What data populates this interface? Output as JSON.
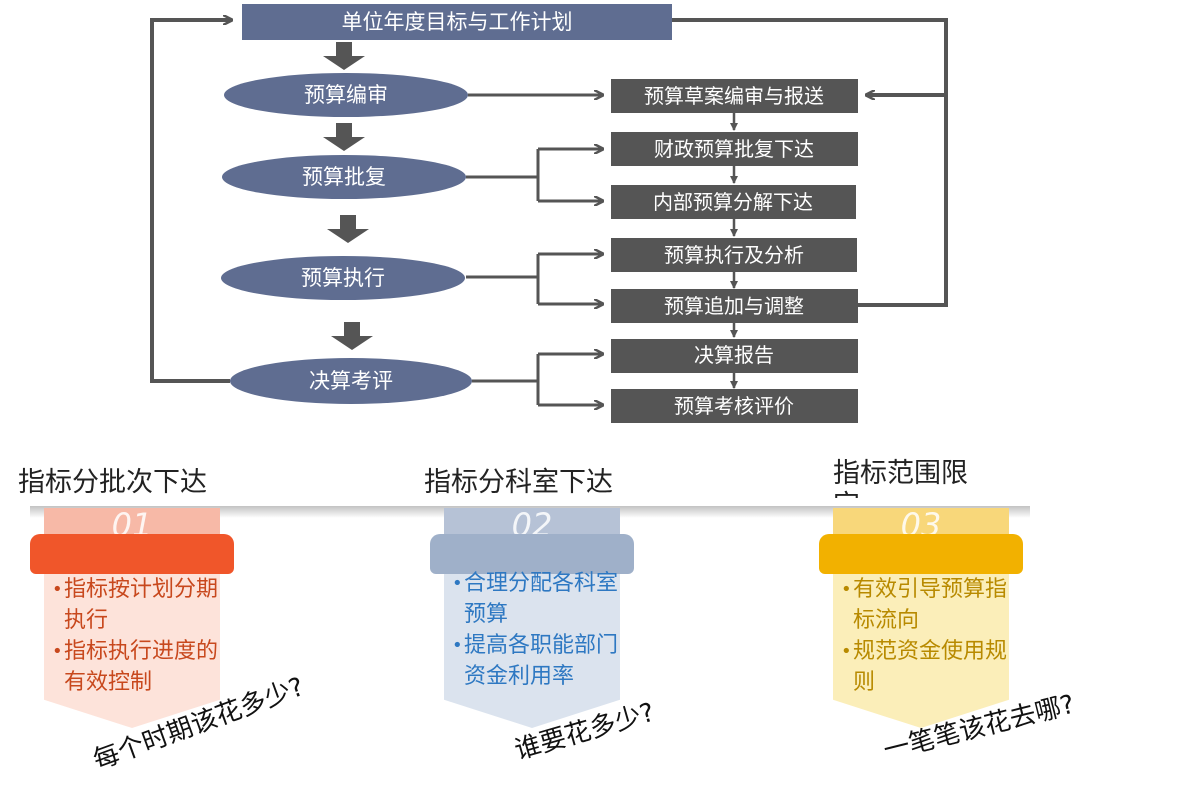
{
  "flow": {
    "top_title": "单位年度目标与工作计划",
    "stages": [
      {
        "label": "预算编审"
      },
      {
        "label": "预算批复"
      },
      {
        "label": "预算执行"
      },
      {
        "label": "决算考评"
      }
    ],
    "steps": [
      {
        "label": "预算草案编审与报送"
      },
      {
        "label": "财政预算批复下达"
      },
      {
        "label": "内部预算分解下达"
      },
      {
        "label": "预算执行及分析"
      },
      {
        "label": "预算追加与调整"
      },
      {
        "label": "决算报告"
      },
      {
        "label": "预算考核评价"
      }
    ]
  },
  "columns": [
    {
      "title": "指标分批次下达",
      "number": "01",
      "bullets": [
        "指标按计划分期执行",
        "指标执行进度的有效控制"
      ],
      "question": "每个时期该花多少?",
      "band_color": "#f0562a",
      "tab_color": "#f7b9a7",
      "body_color": "#fde3da",
      "text_color": "#c8481d"
    },
    {
      "title": "指标分科室下达",
      "number": "02",
      "bullets": [
        "合理分配各科室预算",
        "提高各职能部门资金利用率"
      ],
      "question": "谁要花多少?",
      "band_color": "#9fb0c9",
      "tab_color": "#b6c2d6",
      "body_color": "#dbe3ee",
      "text_color": "#2e78c2"
    },
    {
      "title": "指标范围限定",
      "number": "03",
      "bullets": [
        "有效引导预算指标流向",
        "规范资金使用规则"
      ],
      "question": "一笔笔该花去哪?",
      "band_color": "#f2b100",
      "tab_color": "#f8d77a",
      "body_color": "#fbeeb9",
      "text_color": "#b88a00"
    }
  ],
  "colors": {
    "stage_fill": "#5f6d91",
    "step_fill": "#555555",
    "connector": "#555555",
    "text_light": "#ffffff"
  }
}
